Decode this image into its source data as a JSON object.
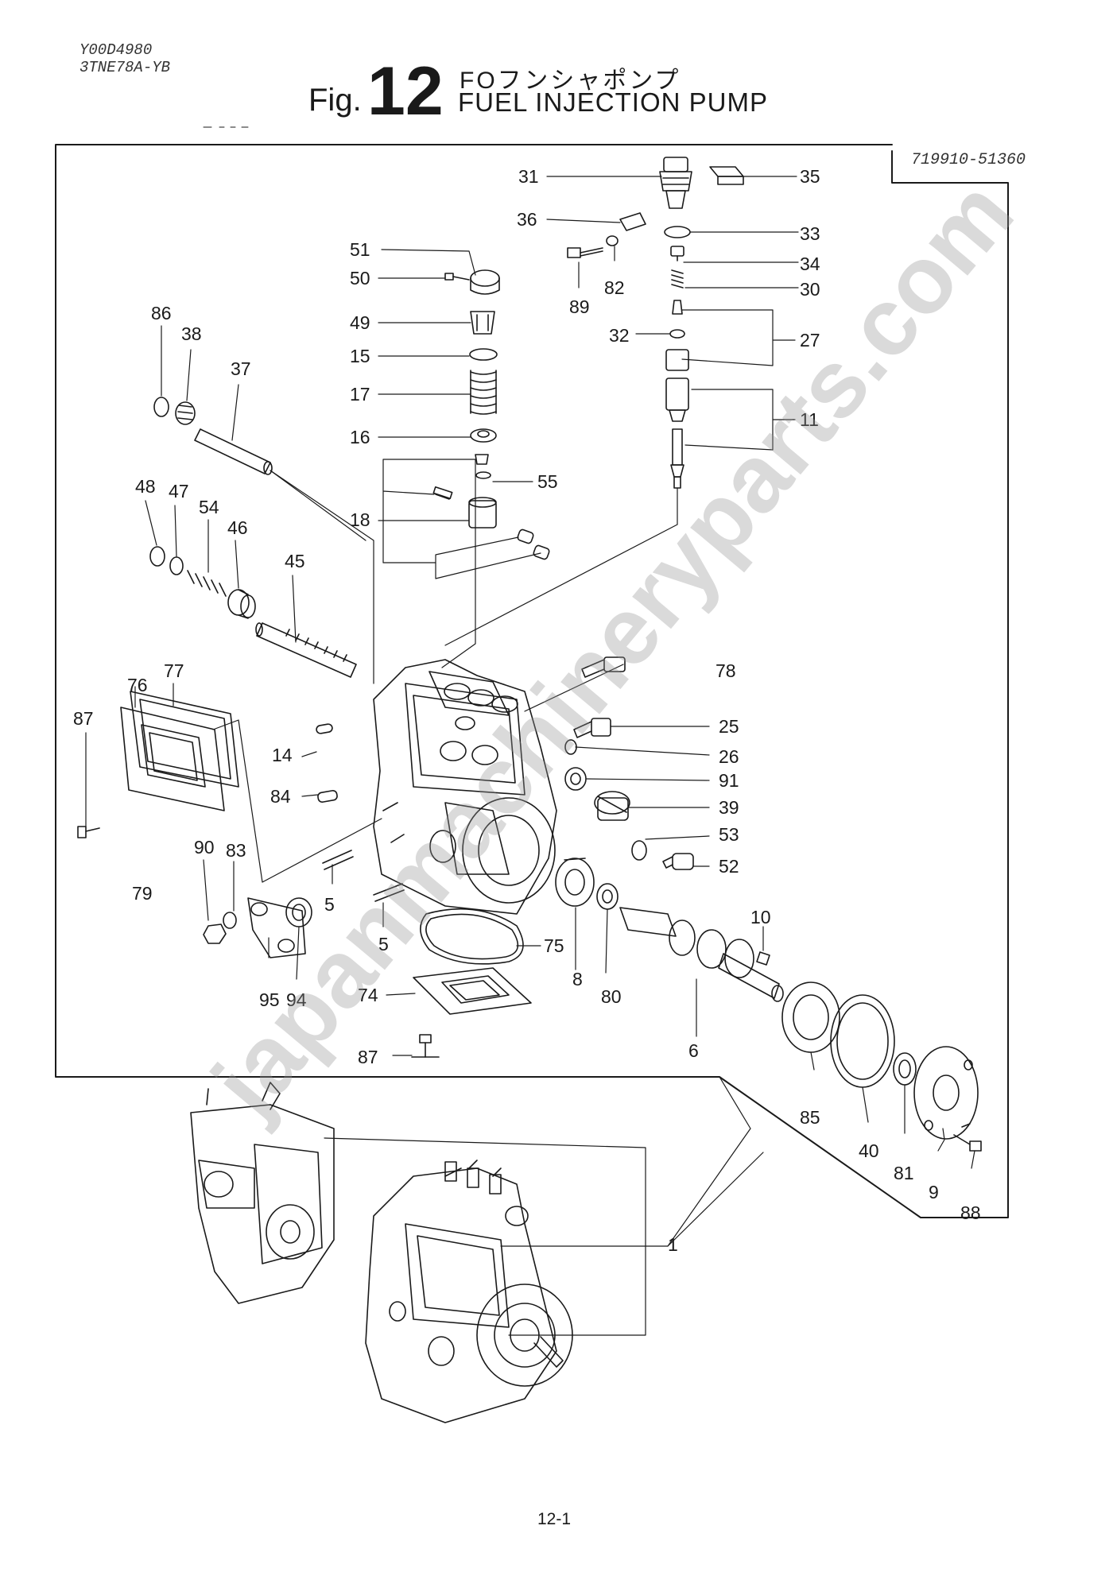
{
  "header": {
    "doc_code": "Y00D4980",
    "model": "3TNE78A-YB",
    "fig_word": "Fig.",
    "fig_number": "12",
    "title_jp": "FOフンシャポンプ",
    "title_en": "FUEL INJECTION PUMP"
  },
  "assembly_part_no": "719910-51360",
  "page_number": "12-1",
  "watermark": "japanmachineryparts.com",
  "callouts": [
    "31",
    "35",
    "36",
    "33",
    "51",
    "50",
    "82",
    "34",
    "89",
    "30",
    "49",
    "32",
    "27",
    "15",
    "17",
    "11",
    "16",
    "55",
    "18",
    "86",
    "38",
    "37",
    "48",
    "47",
    "54",
    "46",
    "45",
    "78",
    "77",
    "76",
    "87",
    "25",
    "14",
    "26",
    "91",
    "84",
    "39",
    "53",
    "83",
    "52",
    "90",
    "79",
    "5",
    "10",
    "5",
    "75",
    "8",
    "80",
    "74",
    "6",
    "95",
    "94",
    "87",
    "85",
    "40",
    "81",
    "9",
    "88",
    "1"
  ]
}
